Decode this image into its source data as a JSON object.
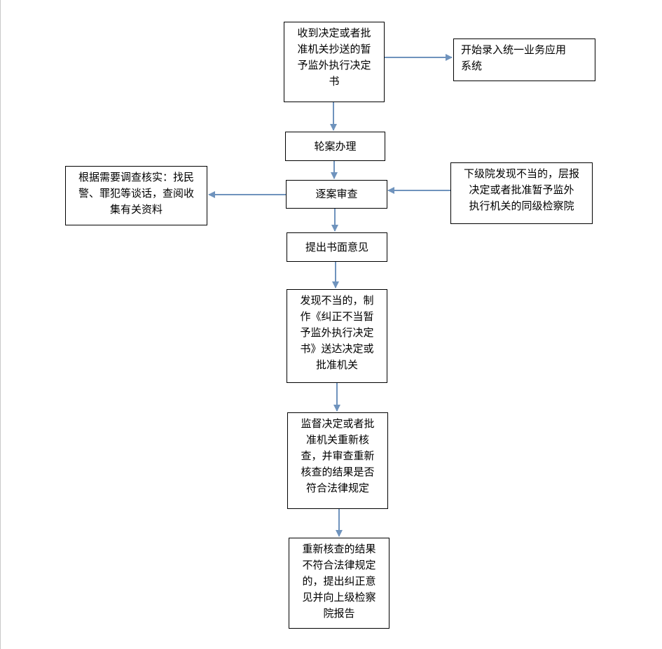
{
  "flowchart": {
    "receive": "收到决定或者批\n准机关抄送的暂\n予监外执行决定\n书",
    "enter_system": "开始录入统一业务应用\n系统",
    "assign": "轮案办理",
    "review": "逐案审查",
    "investigate": "根据需要调查核实：找民\n警、罪犯等谈话，查阅收\n集有关资料",
    "lower_report": "下级院发现不当的，层报\n决定或者批准暂予监外\n执行机关的同级检察院",
    "written_opinion": "提出书面意见",
    "correction": "发现不当的，制\n作《纠正不当暂\n予监外执行决定\n书》送达决定或\n批准机关",
    "supervise": "监督决定或者批\n准机关重新核\n查，并审查重新\n核查的结果是否\n符合法律规定",
    "report_up": "重新核查的结果\n不符合法律规定\n的，提出纠正意\n见并向上级检察\n院报告"
  },
  "colors": {
    "arrow": "#6f93bd",
    "border": "#000000"
  }
}
